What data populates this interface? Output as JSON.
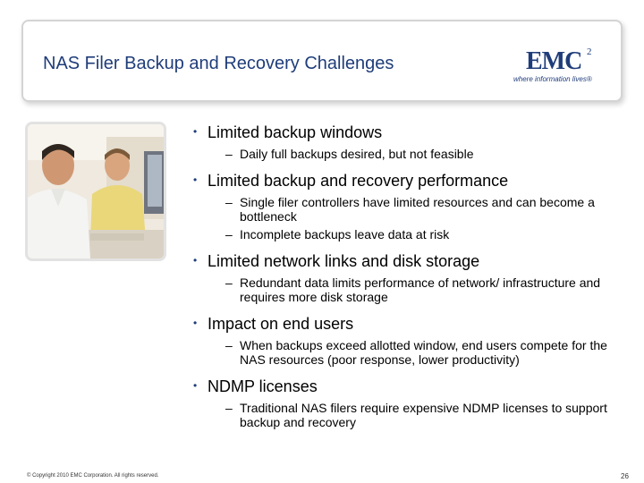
{
  "slide": {
    "title": "NAS Filer Backup and Recovery Challenges",
    "logo": {
      "word": "EMC",
      "superscript": "2",
      "tagline": "where information lives®"
    },
    "bullets": [
      {
        "text": "Limited backup windows",
        "subs": [
          "Daily full backups desired, but not feasible"
        ]
      },
      {
        "text": "Limited backup and recovery performance",
        "subs": [
          "Single filer controllers have limited resources and can become a bottleneck",
          "Incomplete backups leave data at risk"
        ]
      },
      {
        "text": "Limited network links and disk storage",
        "subs": [
          "Redundant data limits performance of network/ infrastructure and requires more disk storage"
        ]
      },
      {
        "text": "Impact on end users",
        "subs": [
          "When backups exceed allotted window, end users compete for the NAS resources (poor response, lower productivity)"
        ]
      },
      {
        "text": "NDMP licenses",
        "subs": [
          "Traditional NAS filers require expensive NDMP licenses to support backup and recovery"
        ]
      }
    ],
    "bullet_glyph": "•",
    "dash_glyph": "–",
    "footer": {
      "copyright": "© Copyright 2010 EMC Corporation. All rights reserved.",
      "page_number": "26"
    },
    "colors": {
      "title": "#1f3d7a",
      "text": "#000000"
    }
  }
}
